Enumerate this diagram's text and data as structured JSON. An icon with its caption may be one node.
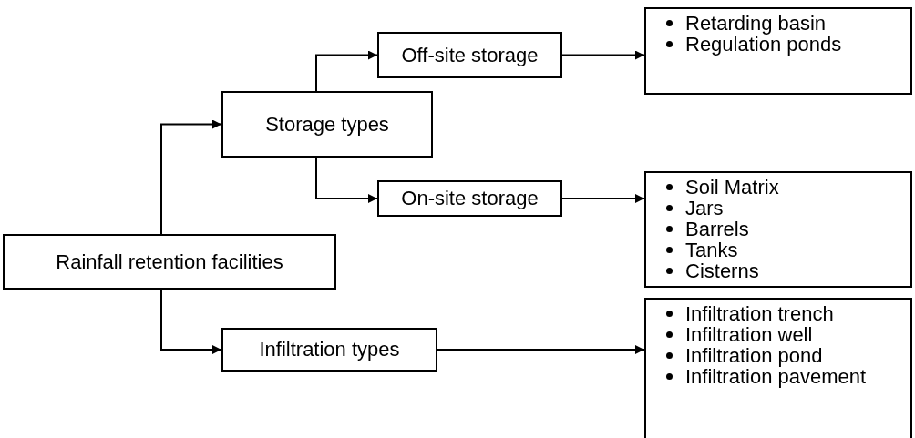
{
  "diagram": {
    "nodes": [
      {
        "text": [
          "Rainfall retention facilities"
        ]
      },
      {
        "text": [
          "Storage types"
        ]
      },
      {
        "text": [
          "Off-site storage"
        ]
      },
      {
        "text": [
          "On-site storage"
        ]
      },
      {
        "text": [
          "Infiltration types"
        ]
      },
      {
        "text": [
          "Retarding basin",
          "Regulation ponds"
        ]
      },
      {
        "text": [
          "Soil Matrix",
          "Jars",
          "Barrels",
          "Tanks",
          "Cisterns"
        ]
      },
      {
        "text": [
          "Infiltration trench",
          "Infiltration well",
          "Infiltration pond",
          "Infiltration pavement"
        ]
      }
    ],
    "edges": [
      {
        "from": 0,
        "to": 1,
        "arrow": "to"
      },
      {
        "from": 0,
        "to": 4,
        "arrow": "to"
      },
      {
        "from": 1,
        "to": 2,
        "arrow": "to"
      },
      {
        "from": 1,
        "to": 3,
        "arrow": "to"
      },
      {
        "from": 2,
        "to": 5,
        "arrow": "to"
      },
      {
        "from": 3,
        "to": 6,
        "arrow": "to"
      },
      {
        "from": 4,
        "to": 7,
        "arrow": "to"
      }
    ]
  }
}
